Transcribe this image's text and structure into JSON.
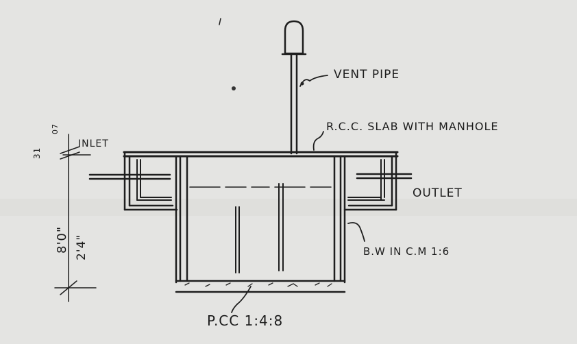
{
  "labels": {
    "vent_pipe": "VENT PIPE",
    "rcc_slab": "R.C.C. SLAB WITH MANHOLE",
    "inlet": "INLET",
    "outlet": "OUTLET",
    "bw": "B.W IN C.M 1:6",
    "pcc": "P.CC 1:4:8"
  },
  "dimensions": {
    "top_small": "07",
    "top_large": "31",
    "total_height": "8'0\"",
    "inner_height": "2'4\""
  },
  "colors": {
    "paper": "#e4e4e2",
    "ink": "#1e1e1e"
  }
}
